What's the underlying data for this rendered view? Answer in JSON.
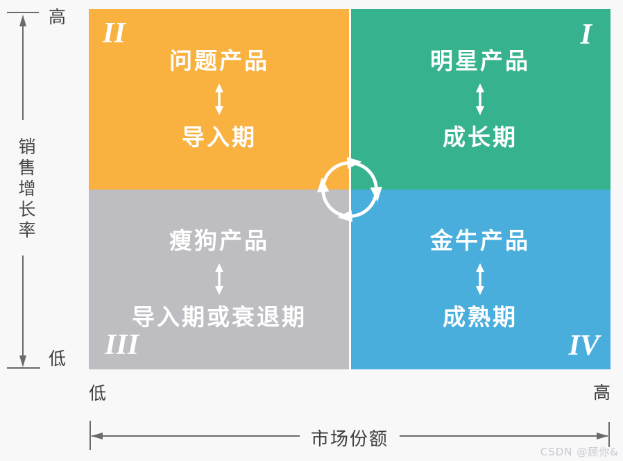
{
  "y_axis": {
    "label": "销售增长率",
    "high": "高",
    "low": "低"
  },
  "x_axis": {
    "label": "市场份额",
    "low": "低",
    "high": "高"
  },
  "quadrants": {
    "q2": {
      "numeral": "II",
      "product": "问题产品",
      "stage": "导入期",
      "color": "#f9b140"
    },
    "q1": {
      "numeral": "I",
      "product": "明星产品",
      "stage": "成长期",
      "color": "#37b28e"
    },
    "q3": {
      "numeral": "III",
      "product": "瘦狗产品",
      "stage": "导入期或衰退期",
      "color": "#bebec2"
    },
    "q4": {
      "numeral": "IV",
      "product": "金牛产品",
      "stage": "成熟期",
      "color": "#4aaedc"
    }
  },
  "icons": {
    "center": "cycle-arrows",
    "between": "up-down-arrow"
  },
  "watermark": "CSDN @顾你&"
}
